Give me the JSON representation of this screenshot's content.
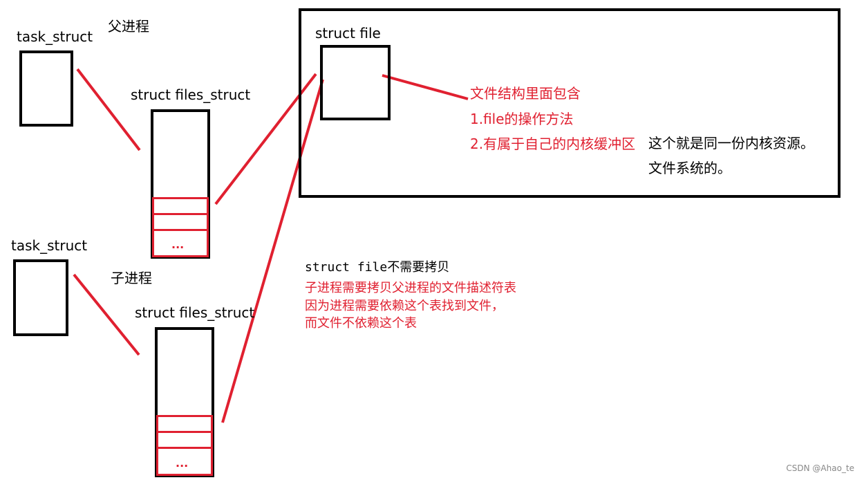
{
  "parent": {
    "label": "父进程",
    "task_struct_label": "task_struct",
    "files_struct_label": "struct files_struct",
    "slot_overflow": "..."
  },
  "child": {
    "label": "子进程",
    "task_struct_label": "task_struct",
    "files_struct_label": "struct files_struct",
    "slot_overflow": "..."
  },
  "file_panel": {
    "title": "struct file",
    "contains_lines": [
      "文件结构里面包含",
      "1.file的操作方法",
      "2.有属于自己的内核缓冲区"
    ],
    "note_lines": [
      "这个就是同一份内核资源。",
      "文件系统的。"
    ]
  },
  "explanation": {
    "title": "struct file不需要拷贝",
    "lines": [
      "子进程需要拷贝父进程的文件描述符表",
      "因为进程需要依赖这个表找到文件，",
      "而文件不依赖这个表"
    ]
  },
  "watermark": "CSDN @Ahao_te",
  "colors": {
    "accent": "#e02030",
    "ink": "#000000"
  }
}
